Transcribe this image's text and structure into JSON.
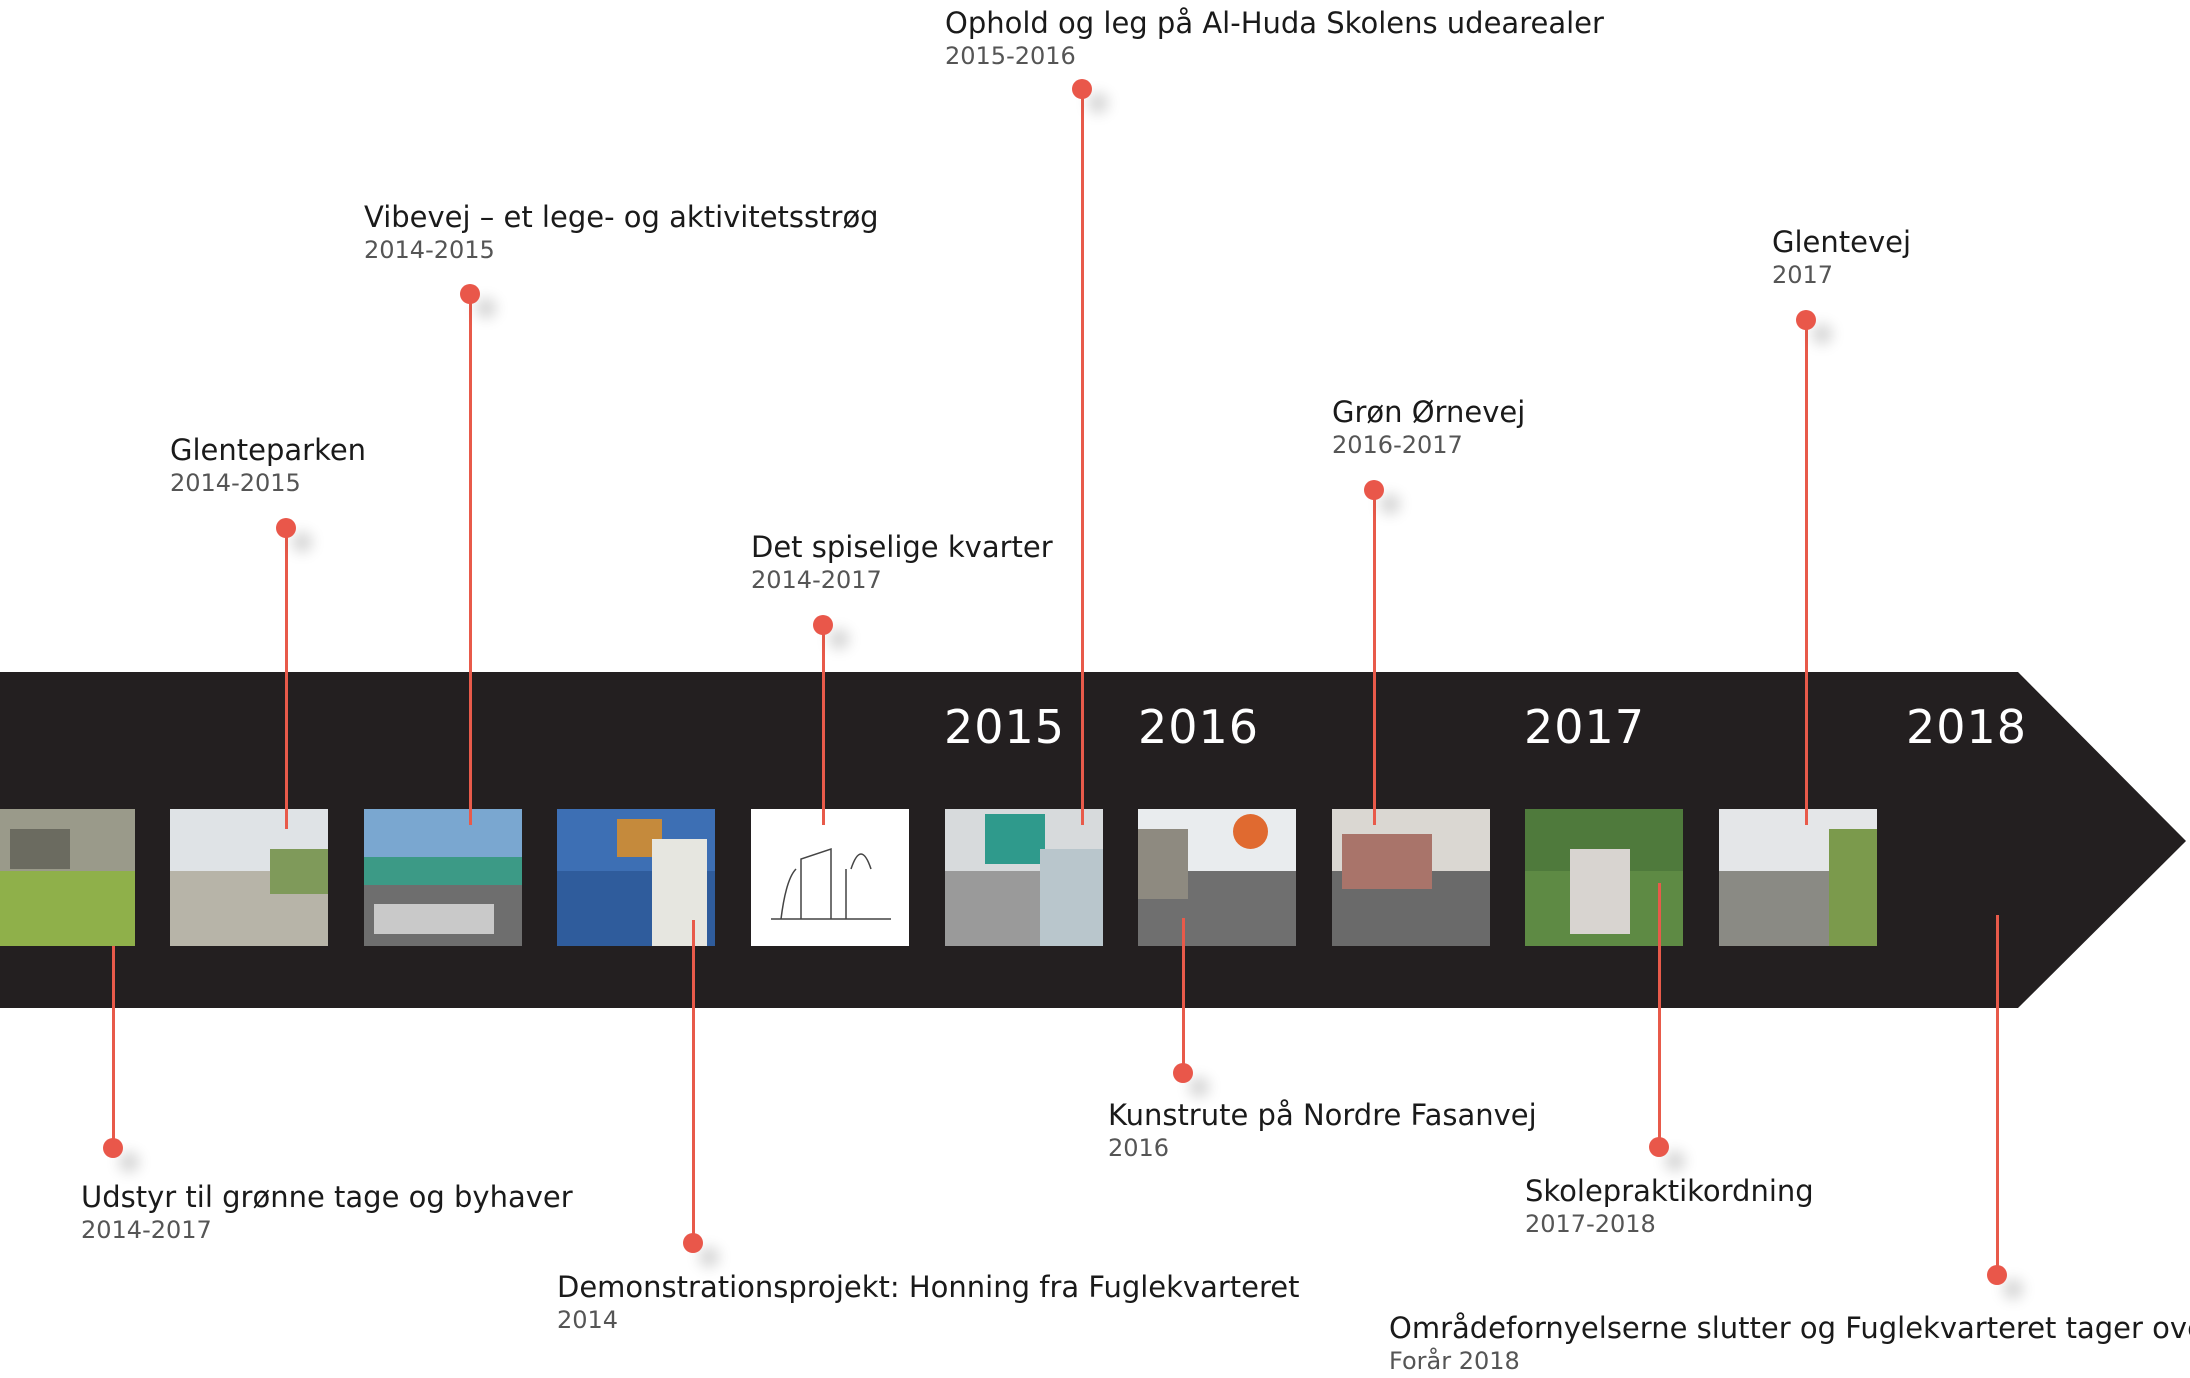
{
  "timeline": {
    "years": [
      "2015",
      "2016",
      "2017",
      "2018"
    ],
    "events": [
      {
        "title": "Udstyr til grønne tage og byhaver",
        "date": "2014-2017"
      },
      {
        "title": "Glenteparken",
        "date": "2014-2015"
      },
      {
        "title": "Vibevej – et lege- og aktivitetsstrøg",
        "date": "2014-2015"
      },
      {
        "title": "Demonstrationsprojekt: Honning fra Fuglekvarteret",
        "date": "2014"
      },
      {
        "title": "Det spiselige kvarter",
        "date": "2014-2017"
      },
      {
        "title": "Ophold og leg på Al-Huda Skolens udearealer",
        "date": "2015-2016"
      },
      {
        "title": "Kunstrute på Nordre Fasanvej",
        "date": "2016"
      },
      {
        "title": "Grøn Ørnevej",
        "date": "2016-2017"
      },
      {
        "title": "Skolepraktikordning",
        "date": "2017-2018"
      },
      {
        "title": "Glentevej",
        "date": "2017"
      },
      {
        "title": "Områdefornyelserne slutter og Fuglekvarteret tager over",
        "date": "Forår 2018"
      }
    ]
  },
  "colors": {
    "band": "#231f20",
    "accent": "#e9574a",
    "year_text": "#ffffff"
  }
}
